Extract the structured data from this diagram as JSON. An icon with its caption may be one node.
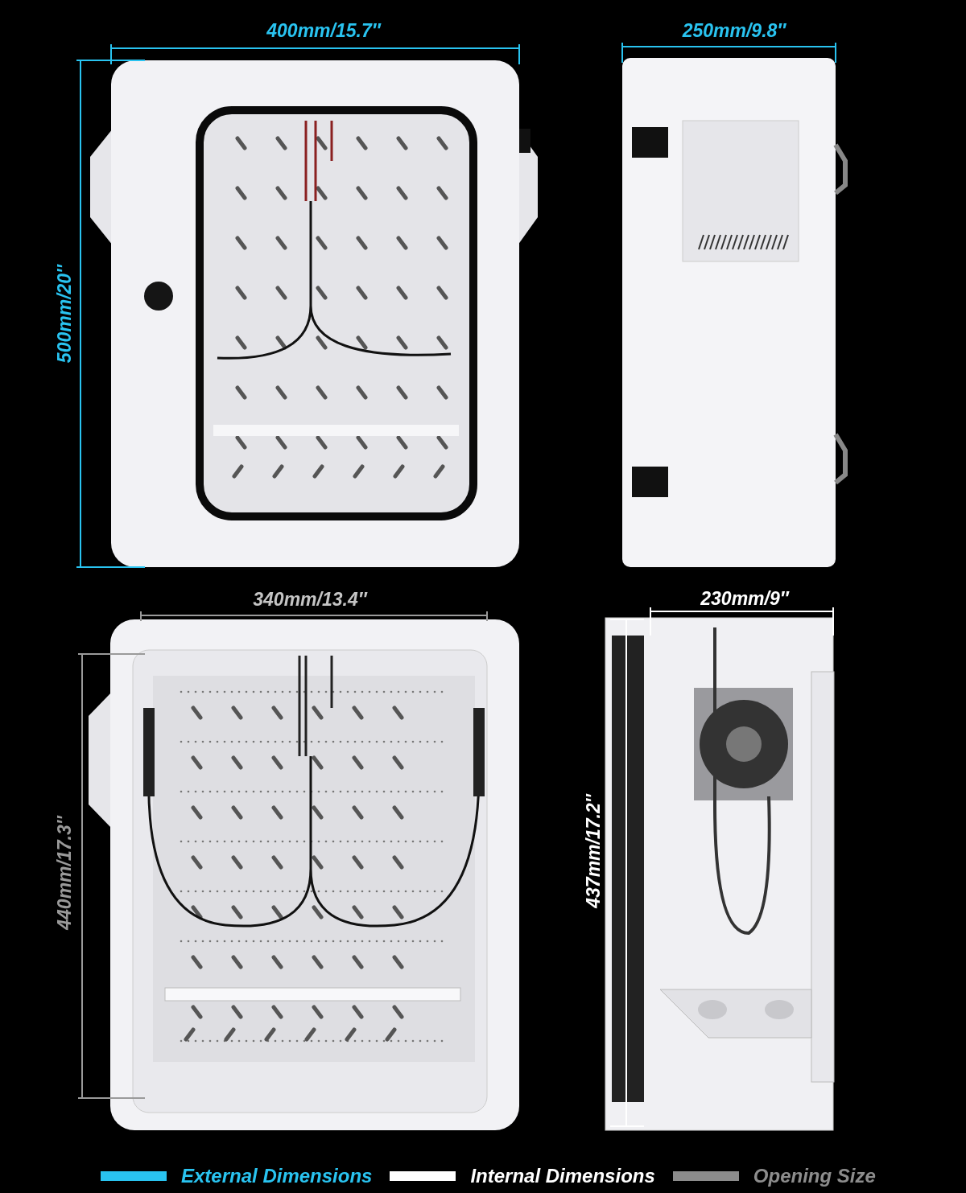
{
  "diagram": {
    "labels": [
      "400mm/15.7″",
      "250mm/9.8″",
      "500mm/20″",
      "340mm/13.4″",
      "230mm/9″",
      "440mm/17.3″",
      "437mm/17.2″"
    ],
    "legend": [
      {
        "text": "External Dimensions",
        "color": "#29c3f0"
      },
      {
        "text": "Internal Dimensions",
        "color": "#ffffff"
      },
      {
        "text": "Opening Size",
        "color": "#8c8c8c"
      }
    ]
  }
}
